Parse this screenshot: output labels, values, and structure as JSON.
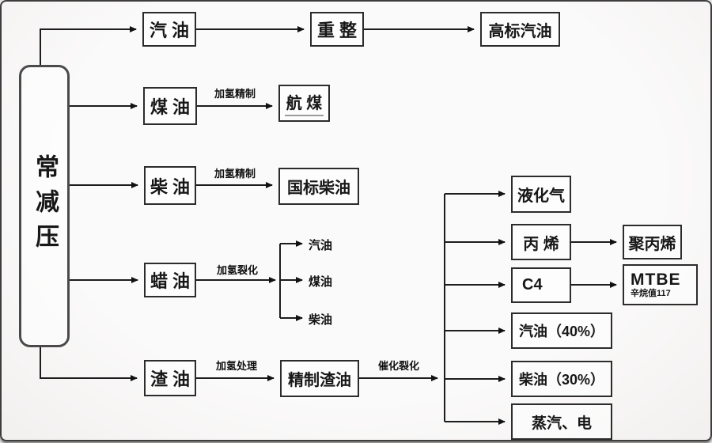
{
  "diagram": {
    "source": {
      "label": "常减压"
    },
    "nodes": {
      "gasoline": {
        "label": "汽 油"
      },
      "reforming": {
        "label": "重 整"
      },
      "high_grade_gasoline": {
        "label": "高标汽油"
      },
      "kerosene": {
        "label": "煤 油"
      },
      "jet_fuel": {
        "label": "航 煤"
      },
      "diesel": {
        "label": "柴 油"
      },
      "std_diesel": {
        "label": "国标柴油"
      },
      "wax_oil": {
        "label": "蜡 油"
      },
      "residue": {
        "label": "渣 油"
      },
      "refined_residue": {
        "label": "精制渣油"
      },
      "lpg": {
        "label": "液化气"
      },
      "propylene": {
        "label": "丙 烯"
      },
      "polypropylene": {
        "label": "聚丙烯"
      },
      "c4": {
        "label": "C4"
      },
      "mtbe": {
        "label": "MTBE",
        "note": "辛烷值117"
      },
      "fcc_gasoline": {
        "label": "汽油（40%）"
      },
      "fcc_diesel": {
        "label": "柴油（30%）"
      },
      "steam_power": {
        "label": "蒸汽、电"
      }
    },
    "edge_labels": {
      "kerosene_hydrorefining": "加氢精制",
      "diesel_hydrorefining": "加氢精制",
      "hydrocracking": "加氢裂化",
      "hydrotreating": "加氢处理",
      "catalytic_cracking": "催化裂化"
    },
    "hydrocracker_outputs": {
      "gasoline": "汽油",
      "kerosene": "煤油",
      "diesel": "柴油"
    },
    "edges": [
      "常减压 → 汽油",
      "汽油 → 重整",
      "重整 → 高标汽油",
      "常减压 → 煤油",
      "煤油 →(加氢精制)→ 航煤",
      "常减压 → 柴油",
      "柴油 →(加氢精制)→ 国标柴油",
      "常减压 → 蜡油",
      "蜡油 →(加氢裂化)→ 汽油 / 煤油 / 柴油",
      "常减压 → 渣油",
      "渣油 →(加氢处理)→ 精制渣油",
      "精制渣油 →(催化裂化)→ 液化气 / 丙烯 / C4 / 汽油（40%） / 柴油（30%） / 蒸汽、电",
      "丙烯 → 聚丙烯",
      "C4 → MTBE"
    ],
    "colors": {
      "line": "#1d1d1d",
      "box_border": "#2c2c2c",
      "background": "#faf9f8",
      "text": "#171717"
    }
  }
}
